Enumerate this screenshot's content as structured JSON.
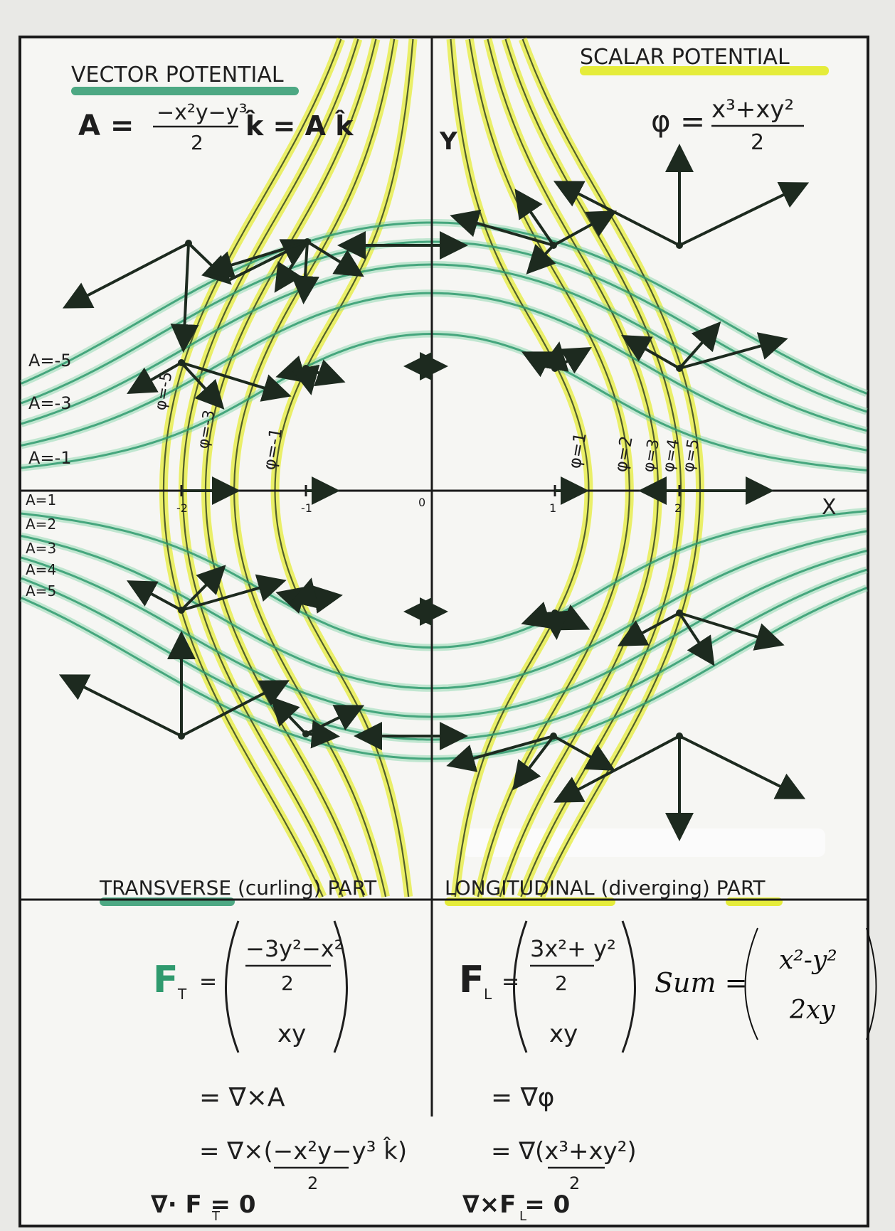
{
  "sections": {
    "vector_potential": {
      "heading": "VECTOR POTENTIAL",
      "lhs": "A =",
      "rhs_num": "−x²y−y³",
      "rhs_den": "2",
      "rhs_tail": "k̂ = A k̂"
    },
    "scalar_potential": {
      "heading": "SCALAR POTENTIAL",
      "lhs": "φ =",
      "rhs_num": "x³+xy²",
      "rhs_den": "2"
    },
    "transverse": {
      "heading": "TRANSVERSE (curling) PART",
      "lhs": "F",
      "subscript": "T",
      "top_num": "−3y²−x²",
      "top_den": "2",
      "bottom": "xy",
      "line1": "= ∇×A",
      "line2": "= ∇×(−x²y−y³ k̂)",
      "line2_den": "2",
      "identity": "∇· F  = 0",
      "identity_sub": "T"
    },
    "longitudinal": {
      "heading": "LONGITUDINAL (diverging) PART",
      "lhs": "F",
      "subscript": "L",
      "top_num": "3x²+ y²",
      "top_den": "2",
      "bottom": "xy",
      "line1": "= ∇φ",
      "line2": "= ∇(x³+xy²)",
      "line2_den": "2",
      "identity": "∇×F  = 0",
      "identity_sub": "L"
    },
    "sum": {
      "lhs": "Sum =",
      "top": "x²-y²",
      "bottom": "2xy"
    }
  },
  "axes": {
    "x_label": "X",
    "y_label": "Y",
    "ticks": [
      "-2",
      "-1",
      "0",
      "1",
      "2"
    ]
  },
  "contour_labels": {
    "A": [
      "A=-5",
      "A=-3",
      "A=-1",
      "A=1",
      "A=2",
      "A=3",
      "A=4",
      "A=5"
    ],
    "phi": [
      "φ=-5",
      "φ=-3",
      "φ=-1",
      "φ=1",
      "φ=2",
      "φ=3",
      "φ=4",
      "φ=5"
    ]
  },
  "colors": {
    "paper": "#f6f6f3",
    "ink": "#1a1a1a",
    "green_highlight": "#2f9a6e",
    "yellow_highlight": "#e5ec3a"
  }
}
